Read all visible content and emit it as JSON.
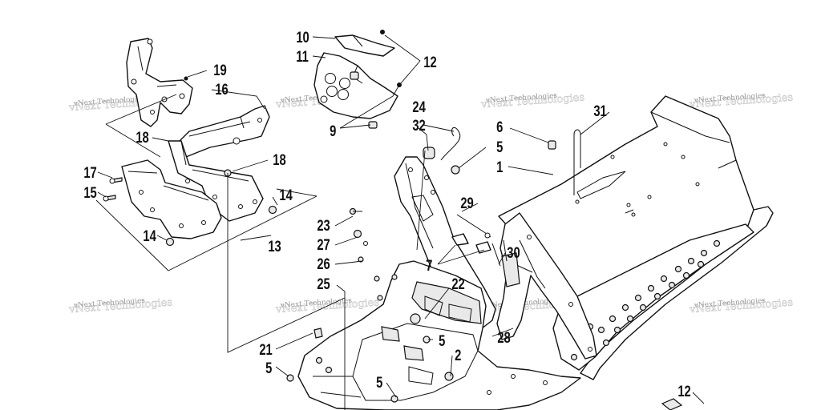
{
  "watermark": {
    "text": "vNext Technologies"
  },
  "callouts": [
    {
      "id": "c10",
      "label": "10"
    },
    {
      "id": "c11",
      "label": "11"
    },
    {
      "id": "c12a",
      "label": "12"
    },
    {
      "id": "c9",
      "label": "9"
    },
    {
      "id": "c19",
      "label": "19"
    },
    {
      "id": "c16",
      "label": "16"
    },
    {
      "id": "c18a",
      "label": "18"
    },
    {
      "id": "c18b",
      "label": "18"
    },
    {
      "id": "c17",
      "label": "17"
    },
    {
      "id": "c15",
      "label": "15"
    },
    {
      "id": "c14a",
      "label": "14"
    },
    {
      "id": "c14b",
      "label": "14"
    },
    {
      "id": "c13",
      "label": "13"
    },
    {
      "id": "c24",
      "label": "24"
    },
    {
      "id": "c32",
      "label": "32"
    },
    {
      "id": "c6",
      "label": "6"
    },
    {
      "id": "c5a",
      "label": "5"
    },
    {
      "id": "c1",
      "label": "1"
    },
    {
      "id": "c31",
      "label": "31"
    },
    {
      "id": "c29",
      "label": "29"
    },
    {
      "id": "c23",
      "label": "23"
    },
    {
      "id": "c27",
      "label": "27"
    },
    {
      "id": "c26",
      "label": "26"
    },
    {
      "id": "c25",
      "label": "25"
    },
    {
      "id": "c7",
      "label": "7"
    },
    {
      "id": "c30",
      "label": "30"
    },
    {
      "id": "c22",
      "label": "22"
    },
    {
      "id": "c28",
      "label": "28"
    },
    {
      "id": "c5b",
      "label": "5"
    },
    {
      "id": "c2",
      "label": "2"
    },
    {
      "id": "c21",
      "label": "21"
    },
    {
      "id": "c5c",
      "label": "5"
    },
    {
      "id": "c5d",
      "label": "5"
    },
    {
      "id": "c12b",
      "label": "12"
    }
  ]
}
